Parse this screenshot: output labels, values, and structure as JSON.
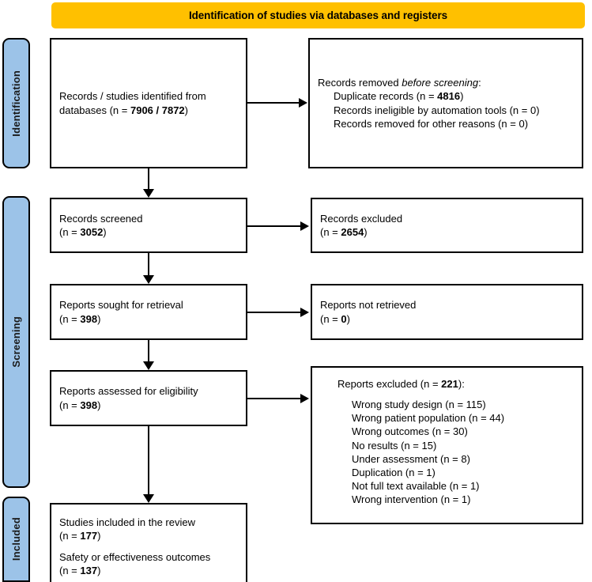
{
  "banner": {
    "title": "Identification of studies via databases and registers"
  },
  "rails": [
    {
      "id": "identification",
      "label": "Identification"
    },
    {
      "id": "screening",
      "label": "Screening"
    },
    {
      "id": "included",
      "label": "Included"
    }
  ],
  "boxes": {
    "identified": {
      "line1": "Records / studies identified from",
      "line2_prefix": "databases (n = ",
      "line2_value": "7906 / 7872",
      "line2_suffix": ")"
    },
    "removed": {
      "heading_prefix": "Records removed ",
      "heading_italic": "before screening",
      "heading_suffix": ":",
      "items": [
        {
          "prefix": "Duplicate records (n = ",
          "value": "4816",
          "suffix": ")",
          "bold": true
        },
        {
          "prefix": "Records ineligible by automation tools (n = ",
          "value": "0",
          "suffix": ")",
          "bold": false
        },
        {
          "prefix": "Records removed for other reasons (n = ",
          "value": "0",
          "suffix": ")",
          "bold": false
        }
      ]
    },
    "screened": {
      "line1": "Records screened",
      "line2_prefix": "(n = ",
      "line2_value": "3052",
      "line2_suffix": ")"
    },
    "records_excluded": {
      "line1": "Records excluded",
      "line2_prefix": "(n = ",
      "line2_value": "2654",
      "line2_suffix": ")"
    },
    "sought": {
      "line1": "Reports sought for retrieval",
      "line2_prefix": "(n = ",
      "line2_value": "398",
      "line2_suffix": ")"
    },
    "not_retrieved": {
      "line1": "Reports not retrieved",
      "line2_prefix": "(n = ",
      "line2_value": "0",
      "line2_suffix": ")"
    },
    "assessed": {
      "line1": "Reports assessed for eligibility",
      "line2_prefix": "(n = ",
      "line2_value": "398",
      "line2_suffix": ")"
    },
    "reports_excluded": {
      "heading_prefix": "Reports excluded (n = ",
      "heading_value": "221",
      "heading_suffix": "):",
      "reasons": [
        "Wrong study design (n = 115)",
        "Wrong patient population (n = 44)",
        "Wrong outcomes (n = 30)",
        "No results (n = 15)",
        "Under assessment (n = 8)",
        "Duplication (n = 1)",
        "Not full text available (n = 1)",
        "Wrong intervention (n = 1)"
      ]
    },
    "included": {
      "line1": "Studies included in the review",
      "line2_prefix": "(n = ",
      "line2_value": "177",
      "line2_suffix": ")",
      "line3": "Safety or effectiveness outcomes",
      "line4_prefix": "(n = ",
      "line4_value": "137",
      "line4_suffix": ")"
    }
  },
  "colors": {
    "banner": "#FFC000",
    "rail": "#9CC3E8",
    "border": "#000000",
    "background": "#FFFFFF"
  }
}
